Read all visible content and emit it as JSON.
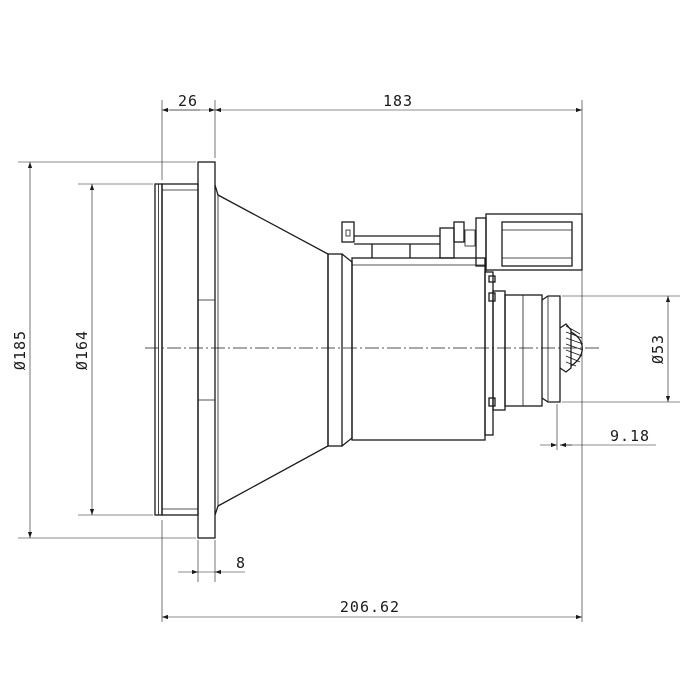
{
  "dimensions": {
    "flange_width": "26",
    "body_length": "183",
    "flange_thickness": "8",
    "total_length": "206.62",
    "back_offset": "9.18",
    "outer_diameter": "Ø185",
    "inner_diameter": "Ø164",
    "mount_diameter": "Ø53"
  }
}
